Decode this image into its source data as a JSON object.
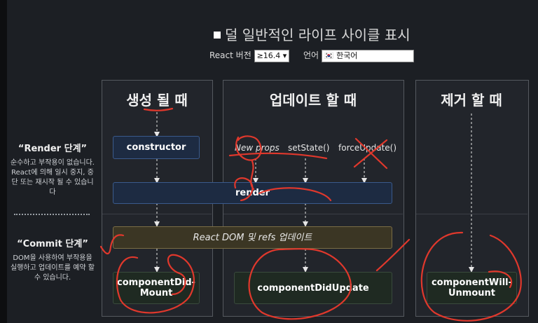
{
  "header": {
    "title": "덜 일반적인 라이프 사이클 표시",
    "react_version_label": "React 버전",
    "react_version_value": "≥16.4 ▾",
    "language_label": "언어",
    "language_value": "🇰🇷 한국어"
  },
  "columns": {
    "mount_title": "생성 될 때",
    "update_title": "업데이트 할 때",
    "unmount_title": "제거 할 때"
  },
  "phases": {
    "render_name": "“Render 단계”",
    "render_desc": "순수하고 부작용이 없습니다. React에 의해 일시 중지, 중단 또는 재시작 될 수 있습니다",
    "commit_name": "“Commit 단계”",
    "commit_desc": "DOM을 사용하여 부작용을 실행하고 업데이트를 예약 할 수 있습니다."
  },
  "triggers": {
    "new_props": "New props",
    "set_state": "setState()",
    "force_update": "forceUpdate()"
  },
  "nodes": {
    "constructor": "constructor",
    "render": "render",
    "dom_update": "React DOM 및 refs 업데이트",
    "did_mount": "componentDid-Mount",
    "did_update": "componentDidUpdate",
    "will_unmount": "componentWill-Unmount"
  },
  "colors": {
    "annotation": "#e0382c",
    "render_node": "#1d2b42",
    "commit_node": "#1f2a22",
    "dom_update_node": "#3b3624"
  }
}
